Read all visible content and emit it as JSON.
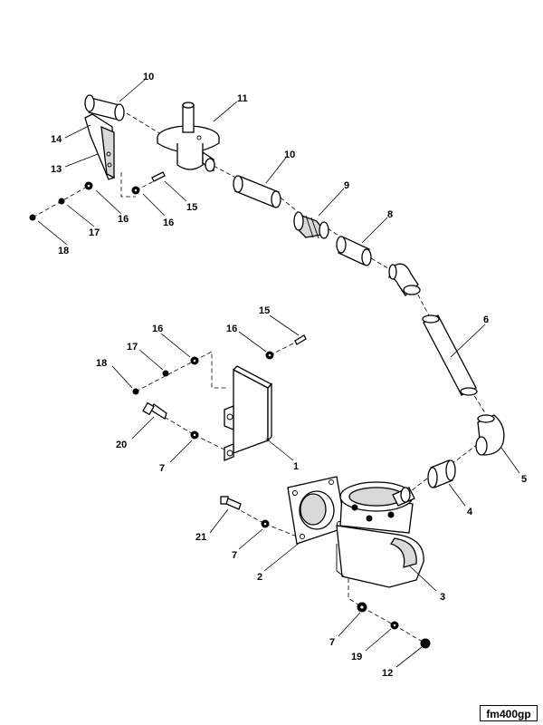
{
  "drawing_code": "fm400gp",
  "callouts": {
    "c1": "1",
    "c2": "2",
    "c3": "3",
    "c4": "4",
    "c5": "5",
    "c6": "6",
    "c7a": "7",
    "c7b": "7",
    "c7c": "7",
    "c8": "8",
    "c9": "9",
    "c10a": "10",
    "c10b": "10",
    "c11": "11",
    "c12": "12",
    "c13": "13",
    "c14": "14",
    "c15a": "15",
    "c15b": "15",
    "c16a": "16",
    "c16b": "16",
    "c16c": "16",
    "c16d": "16",
    "c17a": "17",
    "c17b": "17",
    "c18a": "18",
    "c18b": "18",
    "c19": "19",
    "c20": "20",
    "c21": "21"
  }
}
